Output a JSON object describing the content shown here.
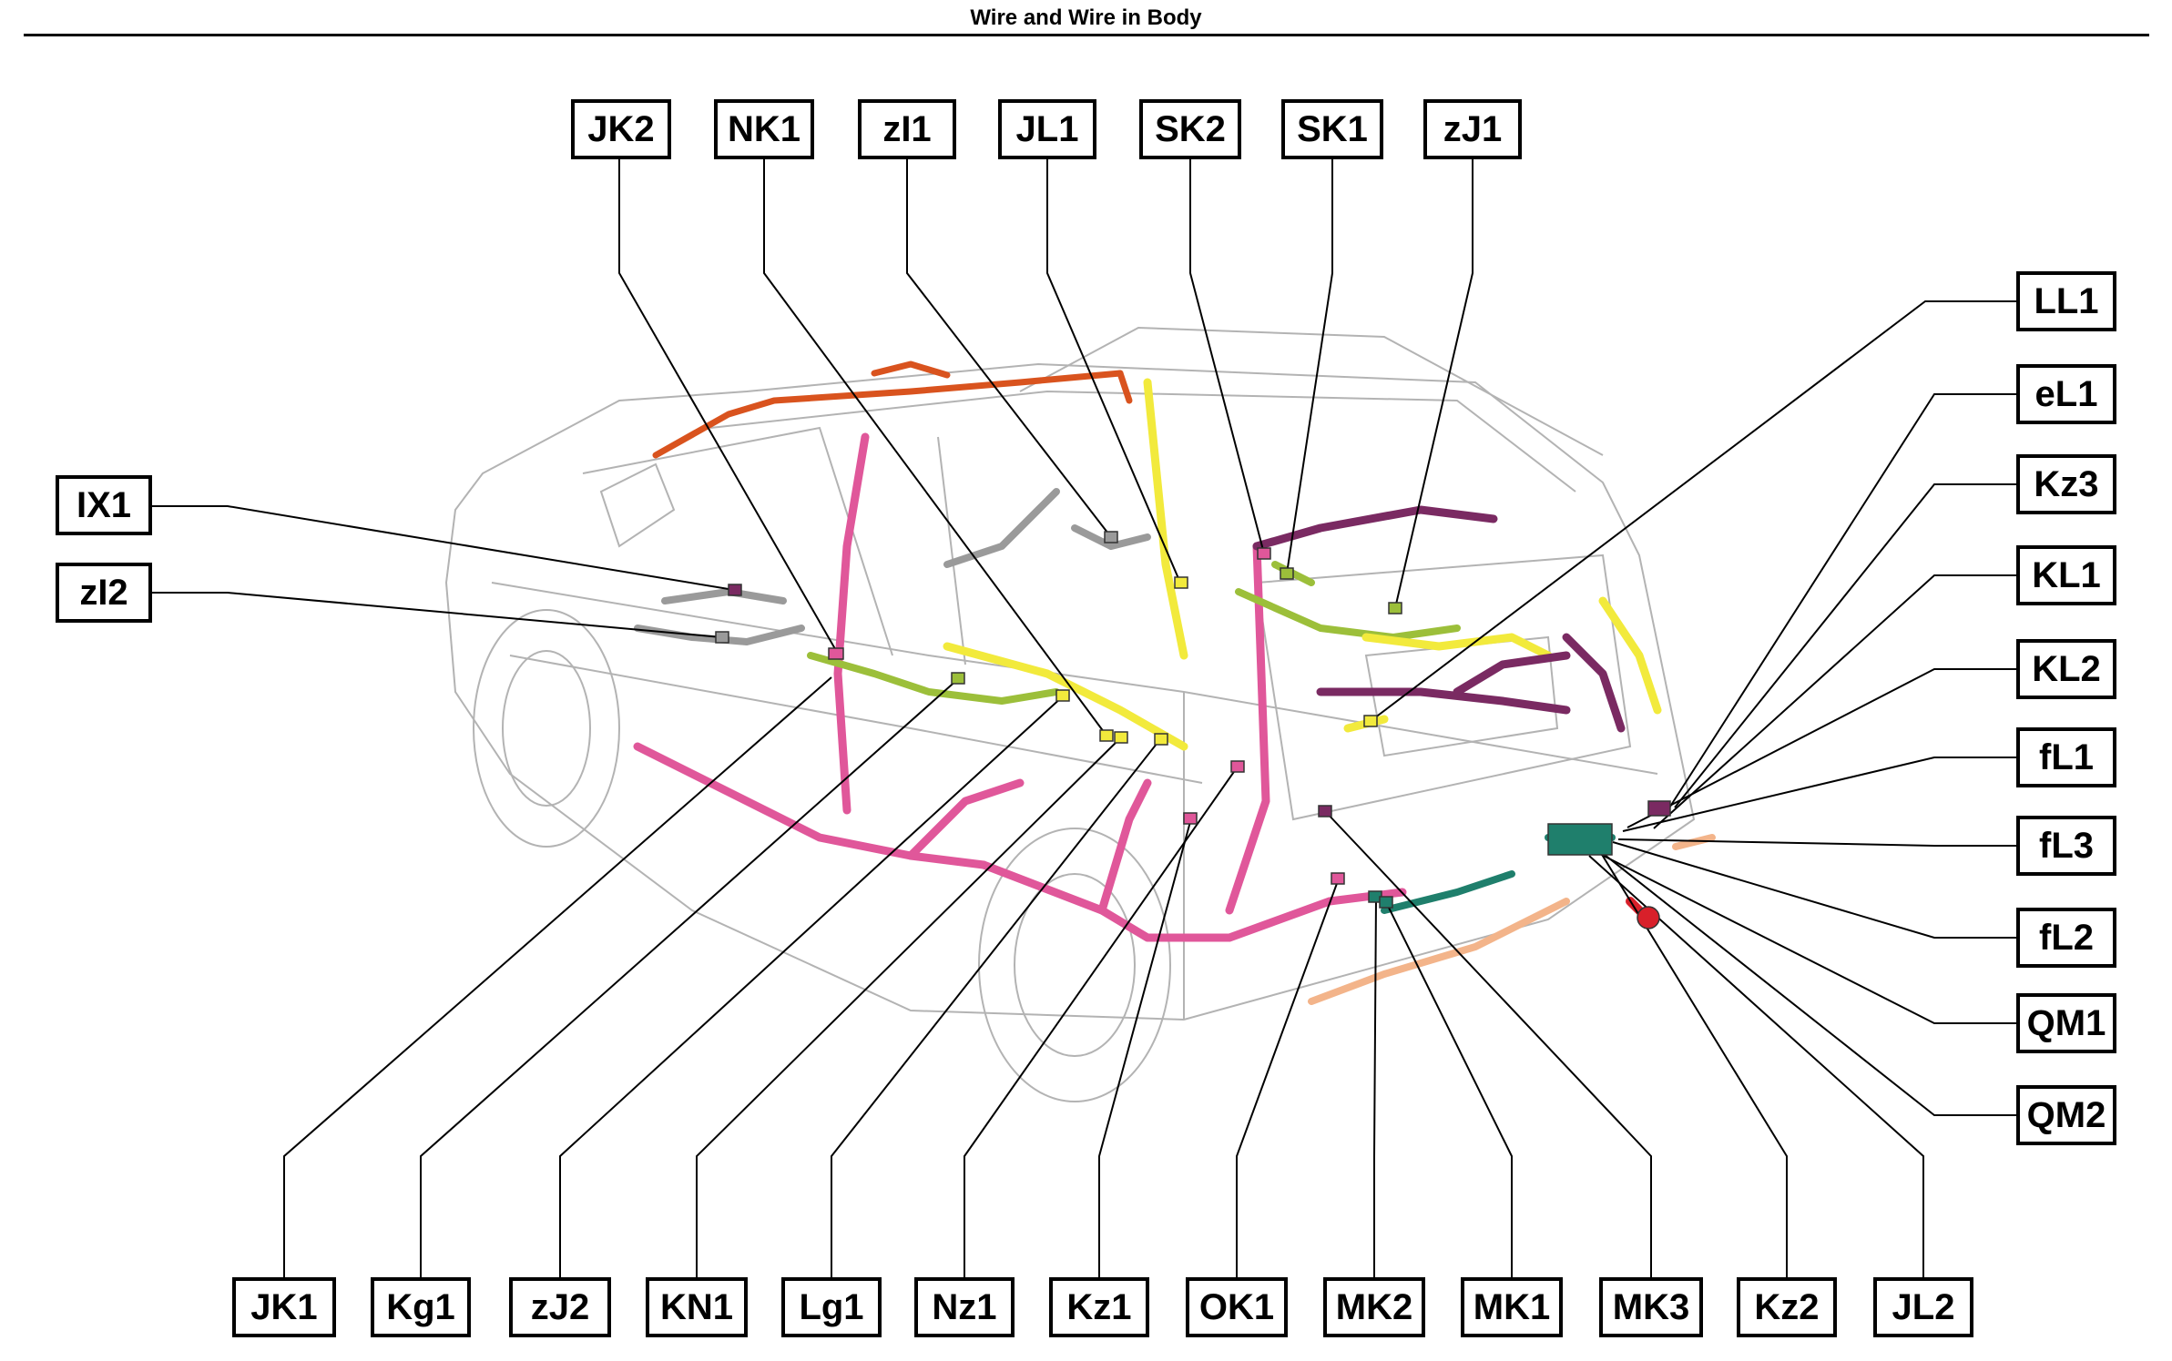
{
  "title": "Wire and Wire in Body",
  "connectors": {
    "top": [
      "JK2",
      "NK1",
      "zI1",
      "JL1",
      "SK2",
      "SK1",
      "zJ1"
    ],
    "left": [
      "IX1",
      "zI2"
    ],
    "right": [
      "LL1",
      "eL1",
      "Kz3",
      "KL1",
      "KL2",
      "fL1",
      "fL3",
      "fL2",
      "QM1",
      "QM2"
    ],
    "bottom": [
      "JK1",
      "Kg1",
      "zJ2",
      "KN1",
      "Lg1",
      "Nz1",
      "Kz1",
      "OK1",
      "MK2",
      "MK1",
      "MK3",
      "Kz2",
      "JL2"
    ]
  },
  "harness_colors": {
    "pink": "#e0579a",
    "yellow": "#f2ea3c",
    "olive": "#9cbf3a",
    "purple": "#7a2a62",
    "orange": "#d9531e",
    "peach": "#f3b48a",
    "teal": "#1f7f6c",
    "gray": "#9a9a9a",
    "red": "#d8202a"
  }
}
